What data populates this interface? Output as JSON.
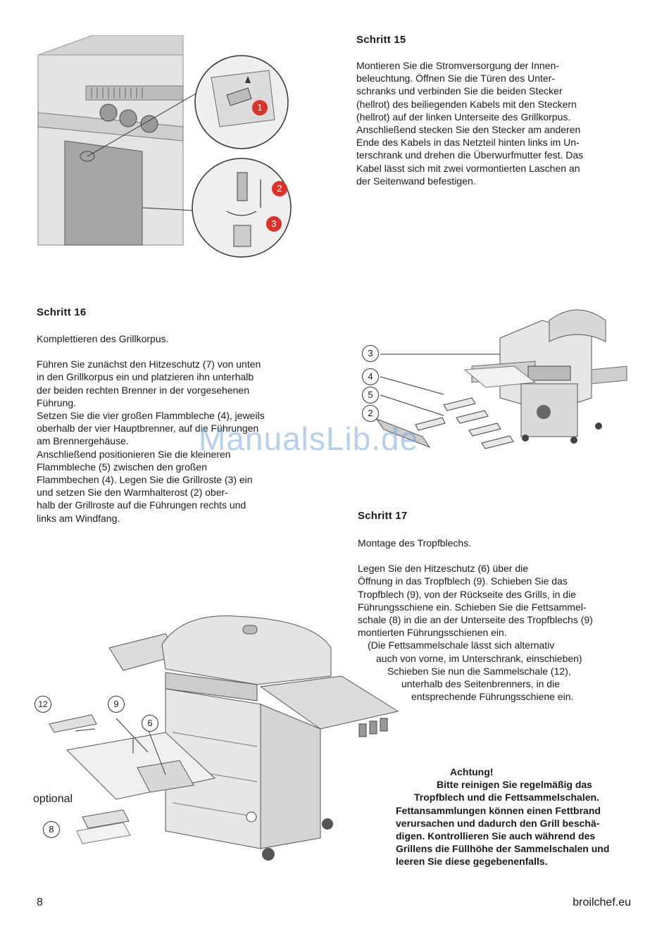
{
  "step15": {
    "heading": "Schritt 15",
    "lines": [
      "Montieren Sie die Stromversorgung der Innen-",
      "beleuchtung. Öffnen Sie die Türen des Unter-",
      "schranks und verbinden Sie die beiden Stecker",
      "(hellrot) des beiliegenden Kabels mit den Steckern",
      "(hellrot) auf der linken Unterseite des Grillkorpus.",
      "Anschließend stecken Sie den Stecker am anderen",
      "Ende des Kabels in das Netzteil hinten links im Un-",
      "terschrank und drehen die Überwurfmutter fest. Das",
      "Kabel lässt sich mit zwei vormontierten Laschen an",
      "der Seitenwand befestigen."
    ],
    "callouts": [
      "1",
      "2",
      "3"
    ]
  },
  "step16": {
    "heading": "Schritt 16",
    "intro": "Komplettieren des Grillkorpus.",
    "lines": [
      "Führen Sie zunächst den Hitzeschutz (7) von unten",
      "in den Grillkorpus ein und platzieren ihn unterhalb",
      "der beiden rechten Brenner in der vorgesehenen",
      "Führung.",
      "Setzen Sie die vier großen Flammbleche (4), jeweils",
      "oberhalb der vier Hauptbrenner, auf die Führungen",
      "am Brennergehäuse.",
      "Anschließend positionieren Sie die kleineren",
      "Flammbleche (5) zwischen den großen",
      "Flammbechen (4). Legen Sie die Grillroste (3) ein",
      "und setzen Sie den Warmhalterost (2) ober-",
      "halb der Grillroste auf die Führungen rechts und",
      "links am Windfang."
    ],
    "callouts": [
      "3",
      "4",
      "5",
      "2"
    ]
  },
  "step17": {
    "heading": "Schritt 17",
    "intro": "Montage des Tropfblechs.",
    "lines": [
      "Legen Sie den Hitzeschutz (6) über die",
      "Öffnung in das Tropfblech (9). Schieben Sie das",
      "Tropfblech (9), von der Rückseite des Grills, in die",
      "Führungsschiene ein. Schieben Sie die Fettsammel-",
      "schale (8) in die an der Unterseite des Tropfblechs (9)",
      "montierten Führungsschienen ein.",
      "(Die Fettsammelschale lässt sich alternativ",
      "auch von vorne, im Unterschrank, einschieben)",
      "Schieben Sie nun die Sammelschale (12),",
      "unterhalb des Seitenbrenners, in die",
      "entsprechende Führungsschiene ein."
    ],
    "callouts": [
      "12",
      "9",
      "6",
      "8"
    ],
    "optional_label": "optional"
  },
  "warning": {
    "title": "Achtung!",
    "lines": [
      "Bitte reinigen Sie regelmäßig das",
      "Tropfblech und die Fettsammelschalen.",
      "Fettansammlungen können einen Fettbrand",
      "verursachen und dadurch den Grill beschä-",
      "digen. Kontrollieren Sie auch während des",
      "Grillens die Füllhöhe der Sammelschalen und",
      "leeren Sie diese gegebenenfalls."
    ]
  },
  "watermark": "ManualsLib.de",
  "footer": {
    "page_number": "8",
    "site": "broilchef.eu"
  },
  "colors": {
    "callout_red": "#d9342b",
    "watermark_blue": "#6fa2d8"
  }
}
